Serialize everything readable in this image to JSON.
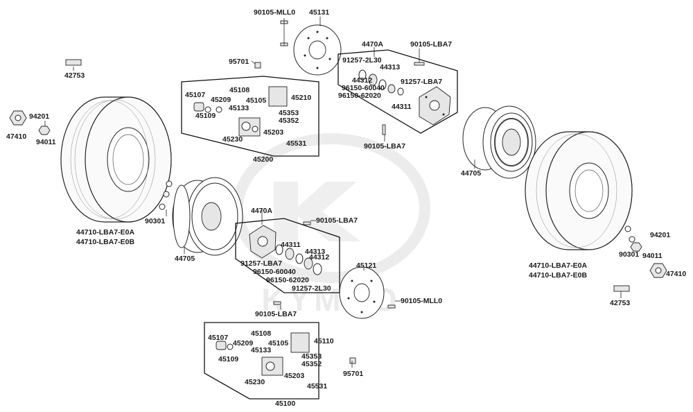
{
  "watermark": "KYMCO",
  "labels": {
    "l_90105_mll0_top": "90105-MLL0",
    "l_45131": "45131",
    "l_95701_top": "95701",
    "l_42753_left": "42753",
    "l_45107_top": "45107",
    "l_45108_top": "45108",
    "l_45209_top": "45209",
    "l_45105_top": "45105",
    "l_45210": "45210",
    "l_45133_top": "45133",
    "l_45109_top": "45109",
    "l_45353_top": "45353",
    "l_45352_top": "45352",
    "l_45203_top": "45203",
    "l_45230_top": "45230",
    "l_45531_top": "45531",
    "l_45200": "45200",
    "l_4470a_top": "4470A",
    "l_90105_lba7_tr": "90105-LBA7",
    "l_91257_2l30_top": "91257-2L30",
    "l_44313_top": "44313",
    "l_44312_top": "44312",
    "l_91257_lba7_top": "91257-LBA7",
    "l_96150_60040_top": "96150-60040",
    "l_96150_62020_top": "96150-62020",
    "l_44311_top": "44311",
    "l_90105_lba7_mid": "90105-LBA7",
    "l_94201_left": "94201",
    "l_47410_left": "47410",
    "l_94011_left": "94011",
    "l_90301_left": "90301",
    "l_44710_e0a_left": "44710-LBA7-E0A",
    "l_44710_e0b_left": "44710-LBA7-E0B",
    "l_44705_left": "44705",
    "l_4470a_bot": "4470A",
    "l_90105_lba7_b1": "90105-LBA7",
    "l_44311_bot": "44311",
    "l_44313_bot": "44313",
    "l_91257_lba7_bot": "91257-LBA7",
    "l_44312_bot": "44312",
    "l_96150_60040_bot": "96150-60040",
    "l_96150_62020_bot": "96150-62020",
    "l_91257_2l30_bot": "91257-2L30",
    "l_45121": "45121",
    "l_90105_mll0_bot": "90105-MLL0",
    "l_90105_lba7_b2": "90105-LBA7",
    "l_45107_bot": "45107",
    "l_45108_bot": "45108",
    "l_45209_bot": "45209",
    "l_45105_bot": "45105",
    "l_45110": "45110",
    "l_45133_bot": "45133",
    "l_45109_bot": "45109",
    "l_45353_bot": "45353",
    "l_45352_bot": "45352",
    "l_45203_bot": "45203",
    "l_45230_bot": "45230",
    "l_45531_bot": "45531",
    "l_45100": "45100",
    "l_95701_bot": "95701",
    "l_44705_right": "44705",
    "l_94201_right": "94201",
    "l_90301_right": "90301",
    "l_94011_right": "94011",
    "l_47410_right": "47410",
    "l_44710_e0a_right": "44710-LBA7-E0A",
    "l_44710_e0b_right": "44710-LBA7-E0B",
    "l_42753_right": "42753"
  }
}
